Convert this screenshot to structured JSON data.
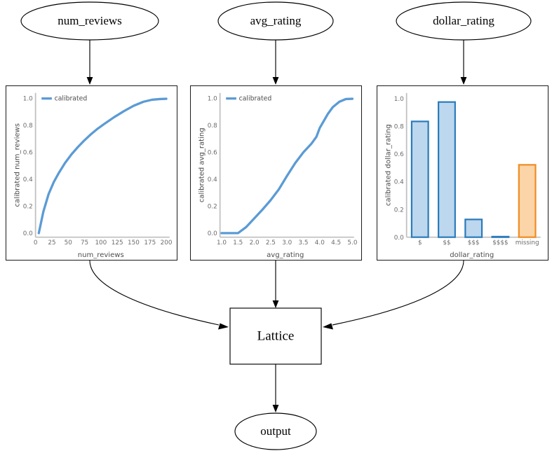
{
  "graph": {
    "input_nodes": [
      {
        "id": "num_reviews",
        "label": "num_reviews"
      },
      {
        "id": "avg_rating",
        "label": "avg_rating"
      },
      {
        "id": "dollar_rating",
        "label": "dollar_rating"
      }
    ],
    "lattice_box": {
      "label": "Lattice"
    },
    "output_node": {
      "label": "output"
    }
  },
  "style": {
    "line_color": "#5b9bd5",
    "bar_fill_blue": "#bcd7ee",
    "bar_edge_blue": "#2b7bba",
    "bar_fill_orange": "#fbd4a8",
    "bar_edge_orange": "#f08c22",
    "panel_border": "#1a1a1a",
    "grid_color": "#f0f0f0"
  },
  "chart_data": [
    {
      "type": "line",
      "id": "calibrator-num-reviews",
      "title": "",
      "xlabel": "num_reviews",
      "ylabel": "calibrated num_reviews",
      "legend": [
        "calibrated"
      ],
      "legend_position": "upper left",
      "grid": true,
      "xlim": [
        0,
        205
      ],
      "ylim": [
        -0.03,
        1.04
      ],
      "xticks": [
        0,
        25,
        50,
        75,
        100,
        125,
        150,
        175,
        200
      ],
      "xticklabels": [
        "0",
        "25",
        "50",
        "75",
        "100",
        "125",
        "150",
        "175",
        "200"
      ],
      "yticks": [
        0.0,
        0.2,
        0.4,
        0.6,
        0.8,
        1.0
      ],
      "yticklabels": [
        "0.0",
        "0.2",
        "0.4",
        "0.6",
        "0.8",
        "1.0"
      ],
      "series": [
        {
          "name": "calibrated",
          "x": [
            5,
            12,
            20,
            28,
            36,
            45,
            55,
            65,
            75,
            85,
            95,
            105,
            120,
            135,
            150,
            165,
            178,
            190,
            200
          ],
          "y": [
            0.0,
            0.16,
            0.29,
            0.38,
            0.45,
            0.52,
            0.585,
            0.64,
            0.69,
            0.735,
            0.775,
            0.81,
            0.86,
            0.905,
            0.945,
            0.975,
            0.99,
            0.995,
            0.997
          ]
        }
      ]
    },
    {
      "type": "line",
      "id": "calibrator-avg-rating",
      "title": "",
      "xlabel": "avg_rating",
      "ylabel": "calibrated avg_rating",
      "legend": [
        "calibrated"
      ],
      "legend_position": "upper left",
      "grid": true,
      "xlim": [
        0.95,
        5.05
      ],
      "ylim": [
        -0.03,
        1.04
      ],
      "xticks": [
        1.0,
        1.5,
        2.0,
        2.5,
        3.0,
        3.5,
        4.0,
        4.5,
        5.0
      ],
      "xticklabels": [
        "1.0",
        "1.5",
        "2.0",
        "2.5",
        "3.0",
        "3.5",
        "4.0",
        "4.5",
        "5.0"
      ],
      "yticks": [
        0.0,
        0.2,
        0.4,
        0.6,
        0.8,
        1.0
      ],
      "yticklabels": [
        "0.0",
        "0.2",
        "0.4",
        "0.6",
        "0.8",
        "1.0"
      ],
      "series": [
        {
          "name": "calibrated",
          "x": [
            1.0,
            1.5,
            1.75,
            2.0,
            2.25,
            2.5,
            2.75,
            3.0,
            3.25,
            3.5,
            3.75,
            3.9,
            4.0,
            4.25,
            4.4,
            4.6,
            4.8,
            5.0
          ],
          "y": [
            0.0,
            0.0,
            0.045,
            0.11,
            0.175,
            0.245,
            0.325,
            0.425,
            0.52,
            0.6,
            0.665,
            0.715,
            0.78,
            0.885,
            0.935,
            0.975,
            0.995,
            0.997
          ]
        }
      ]
    },
    {
      "type": "bar",
      "id": "calibrator-dollar-rating",
      "title": "",
      "xlabel": "dollar_rating",
      "ylabel": "calibrated dollar_rating",
      "grid": true,
      "ylim": [
        0.0,
        1.04
      ],
      "yticks": [
        0.0,
        0.2,
        0.4,
        0.6,
        0.8,
        1.0
      ],
      "yticklabels": [
        "0.0",
        "0.2",
        "0.4",
        "0.6",
        "0.8",
        "1.0"
      ],
      "categories": [
        "$",
        "$$",
        "$$$",
        "$$$$",
        "missing"
      ],
      "values": [
        0.835,
        0.975,
        0.128,
        0.004,
        0.522
      ],
      "bar_colors": [
        "blue",
        "blue",
        "blue",
        "blue",
        "orange"
      ]
    }
  ]
}
